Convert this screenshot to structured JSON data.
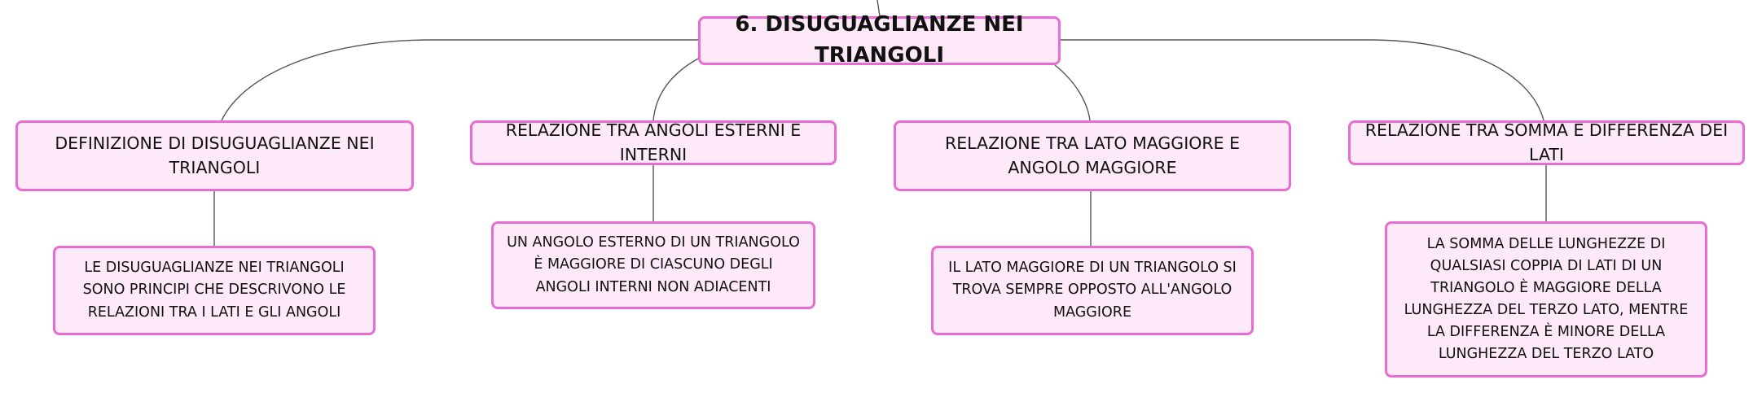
{
  "root": {
    "title": "6. DISUGUAGLIANZE NEI TRIANGOLI"
  },
  "branches": [
    {
      "label": "DEFINIZIONE DI DISUGUAGLIANZE NEI TRIANGOLI",
      "detail": "LE DISUGUAGLIANZE NEI TRIANGOLI SONO PRINCIPI CHE DESCRIVONO LE RELAZIONI TRA I LATI E GLI ANGOLI"
    },
    {
      "label": "RELAZIONE TRA ANGOLI ESTERNI E INTERNI",
      "detail": "UN ANGOLO ESTERNO DI UN TRIANGOLO È MAGGIORE DI CIASCUNO DEGLI ANGOLI INTERNI NON ADIACENTI"
    },
    {
      "label": "RELAZIONE TRA LATO MAGGIORE E ANGOLO MAGGIORE",
      "detail": "IL LATO MAGGIORE DI UN TRIANGOLO SI TROVA SEMPRE OPPOSTO ALL'ANGOLO MAGGIORE"
    },
    {
      "label": "RELAZIONE TRA SOMMA E DIFFERENZA DEI LATI",
      "detail": "LA SOMMA DELLE LUNGHEZZE DI QUALSIASI COPPIA DI LATI DI UN TRIANGOLO È MAGGIORE DELLA LUNGHEZZA DEL TERZO LATO, MENTRE LA DIFFERENZA È MINORE DELLA LUNGHEZZA DEL TERZO LATO"
    }
  ],
  "colors": {
    "node_border": "#e86cd3",
    "node_fill": "#fde9f7",
    "connector": "#555555"
  }
}
